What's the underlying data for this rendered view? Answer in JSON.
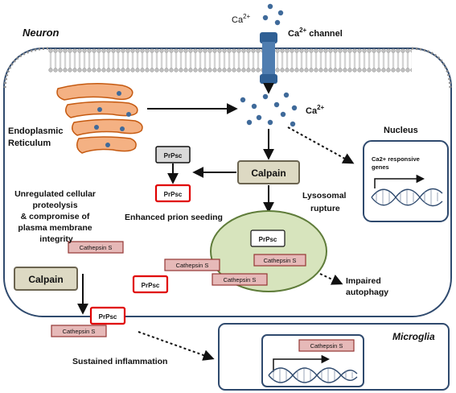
{
  "labels": {
    "neuron": "Neuron",
    "ca_top": "Ca",
    "ca_top_sup": "2+",
    "ca_channel": "Ca",
    "ca_channel_sup": "2+",
    "ca_channel_suffix": " channel",
    "ca_mid": "Ca",
    "ca_mid_sup": "2+",
    "er_line1": "Endoplasmic",
    "er_line2": "Reticulum",
    "nucleus": "Nucleus",
    "ca_responsive_line1": "Ca2+ responsive",
    "ca_responsive_line2": "genes",
    "calpain_center": "Calpain",
    "calpain_left": "Calpain",
    "prpsc_top": "PrPsc",
    "prpsc_red_top": "PrPsc",
    "enhanced_seeding": "Enhanced prion seeding",
    "lysosomal_line1": "Lysosomal",
    "lysosomal_line2": "rupture",
    "unregulated_lines": [
      "Unregulated cellular",
      "proteolysis",
      "& compromise of",
      "plasma membrane",
      "integrity"
    ],
    "prpsc_lysosome": "PrPsc",
    "cathepsin_lysosome": "Cathepsin S",
    "cathepsin_1": "Cathepsin S",
    "cathepsin_2": "Cathepsin S",
    "cathepsin_3": "Cathepsin S",
    "prpsc_red_2": "PrPsc",
    "impaired_line1": "Impaired",
    "impaired_line2": "autophagy",
    "prpsc_red_3": "PrPsc",
    "cathepsin_4": "Cathepsin S",
    "microglia": "Microglia",
    "cathepsin_microglia": "Cathepsin S",
    "sustained": "Sustained inflammation"
  },
  "colors": {
    "membrane_border": "#2f4a6e",
    "ca_dot": "#3f6a9a",
    "er_fill": "#f4b183",
    "er_stroke": "#c55a11",
    "calpain_fill": "#ddd9c3",
    "calpain_stroke": "#6b6450",
    "lysosome_fill": "#d7e4bd",
    "lysosome_stroke": "#5f7c3a",
    "cathepsin_fill": "#e6b9b8",
    "cathepsin_stroke": "#943634",
    "prpsc_red": "#e00000",
    "prpsc_gray_fill": "#d9d9d9",
    "channel_fill": "#4f7db0"
  }
}
